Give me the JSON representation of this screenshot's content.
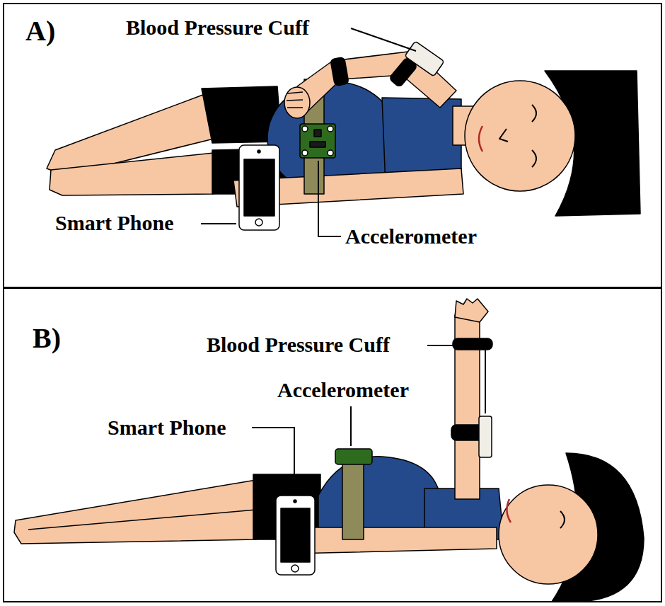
{
  "diagram": {
    "labels": [
      "A)",
      "Blood Pressure Cuff",
      "Smart Phone",
      "Accelerometer",
      "B)",
      "Blood Pressure Cuff",
      "Accelerometer",
      "Smart Phone"
    ]
  }
}
